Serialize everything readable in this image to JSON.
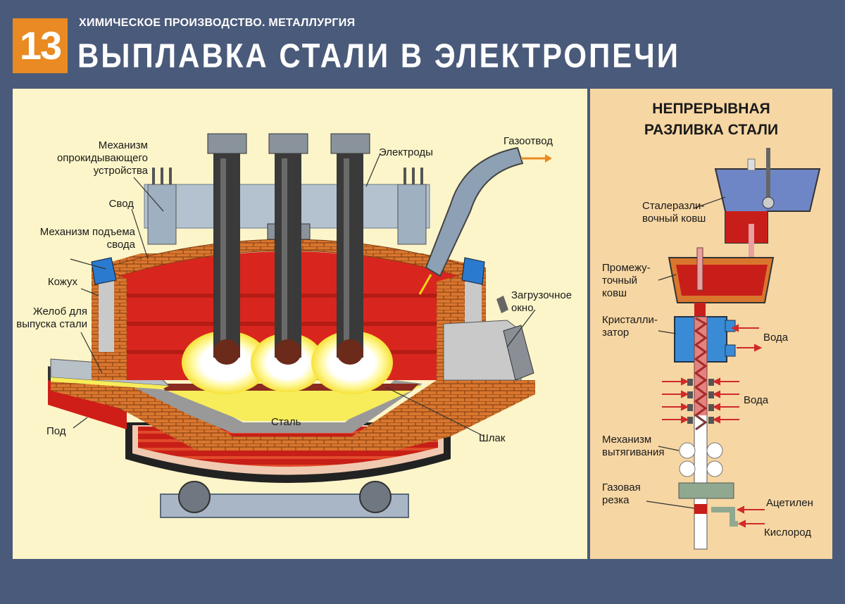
{
  "header": {
    "number": "13",
    "subtitle": "ХИМИЧЕСКОЕ ПРОИЗВОДСТВО. МЕТАЛЛУРГИЯ",
    "title": "ВЫПЛАВКА СТАЛИ В ЭЛЕКТРОПЕЧИ"
  },
  "furnace_labels": {
    "tilt_mechanism": "Механизм опрокидывающего устройства",
    "roof": "Свод",
    "roof_lift": "Механизм подъема свода",
    "casing": "Кожух",
    "tap_spout": "Желоб для выпуска стали",
    "hearth": "Под",
    "electrodes": "Электроды",
    "gas_outlet": "Газоотвод",
    "charging_door": "Загрузочное окно",
    "steel": "Сталь",
    "slag": "Шлак"
  },
  "casting": {
    "title_line1": "НЕПРЕРЫВНАЯ",
    "title_line2": "РАЗЛИВКА СТАЛИ",
    "ladle": "Сталеразли- вочный ковш",
    "tundish": "Промежу- точный ковш",
    "mold": "Кристалли- затор",
    "water1": "Вода",
    "water2": "Вода",
    "withdrawal": "Механизм вытягивания",
    "gas_cut": "Газовая резка",
    "acetylene": "Ацетилен",
    "oxygen": "Кислород"
  },
  "colors": {
    "background": "#4a5a7a",
    "panel": "#fcf5c9",
    "side_panel": "#f6d6a3",
    "accent": "#e98a22",
    "brick": "#d9762e",
    "molten": "#d8261e",
    "steel": "#f7ec59",
    "water": "#3a8bd6"
  }
}
